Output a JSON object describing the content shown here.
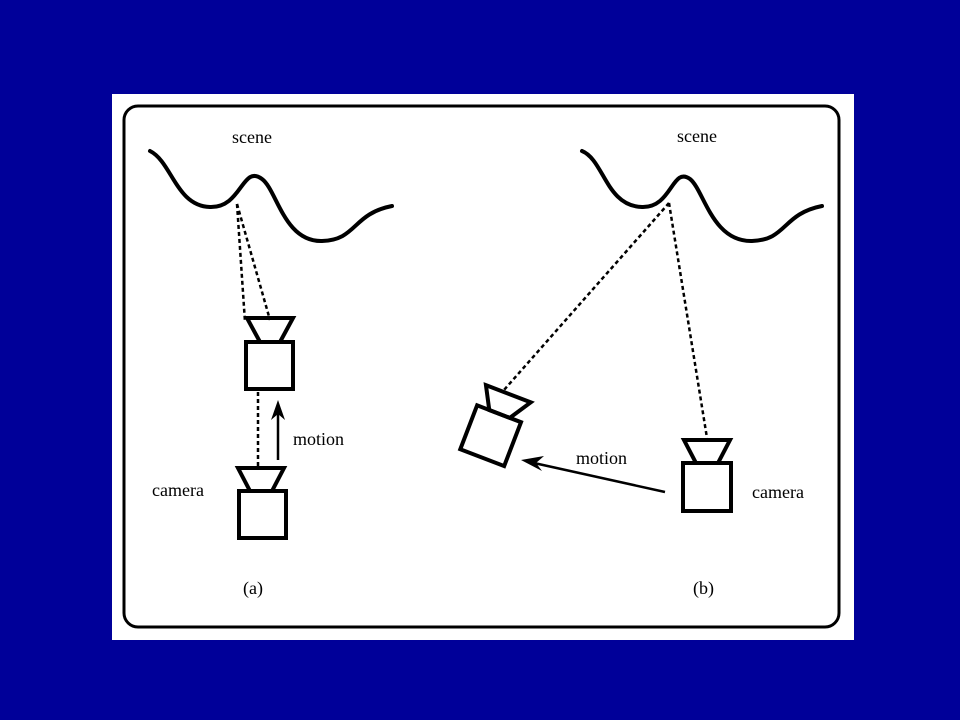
{
  "colors": {
    "slide_background": "#000099",
    "panel_background": "#ffffff",
    "ink": "#000000"
  },
  "diagram_a": {
    "scene_label": "scene",
    "motion_label": "motion",
    "camera_label": "camera",
    "caption": "(a)"
  },
  "diagram_b": {
    "scene_label": "scene",
    "motion_label": "motion",
    "camera_label": "camera",
    "caption": "(b)"
  }
}
